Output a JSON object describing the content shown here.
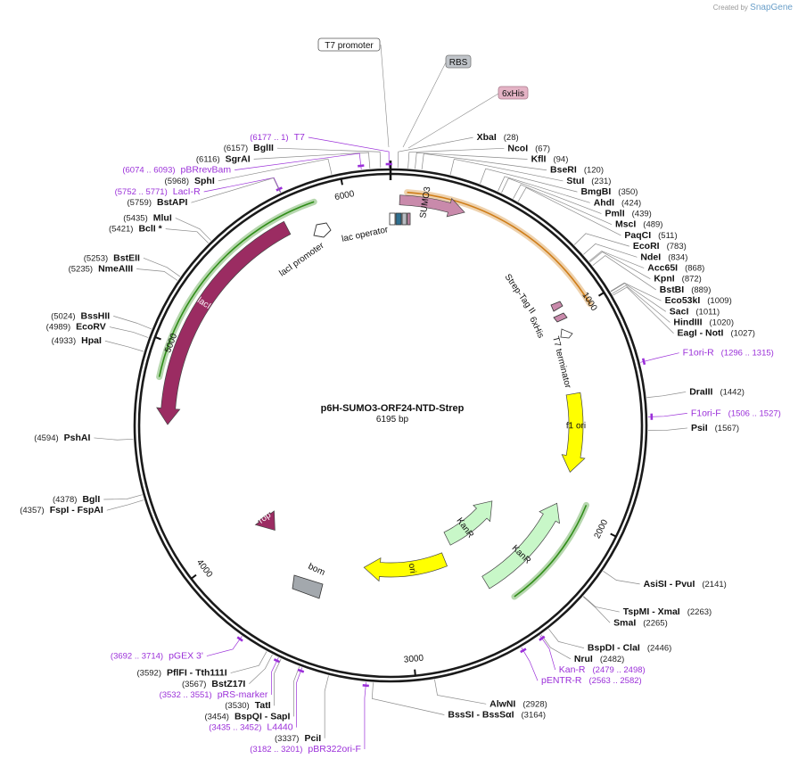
{
  "brand": {
    "prefix": "Created by",
    "name": "SnapGene"
  },
  "plasmid": {
    "name": "p6H-SUMO3-ORF24-NTD-Strep",
    "length_label": "6195 bp",
    "length_bp": 6195
  },
  "colors": {
    "backbone": "#1a1a1a",
    "primer": "#9b30d9",
    "laci": "#9b2c62",
    "sumo3": "#c98aab",
    "f1ori": "#ffff00",
    "kanr": "#c8f7c8",
    "ori": "#ffff00",
    "rop": "#9b2c62",
    "bom": "#a3a8ad",
    "ts_green": "#2f8d17",
    "ts_orange": "#cf7d18",
    "rbs_box": "#c0c4c9",
    "his_box": "#e4b3c5"
  },
  "ticks": [
    {
      "bp": 1000,
      "label": "1000"
    },
    {
      "bp": 2000,
      "label": "2000"
    },
    {
      "bp": 3000,
      "label": "3000"
    },
    {
      "bp": 4000,
      "label": "4000"
    },
    {
      "bp": 5000,
      "label": "5000"
    },
    {
      "bp": 6000,
      "label": "6000"
    }
  ],
  "sites": [
    {
      "bp": 28,
      "name": "XbaI",
      "pos": "(28)",
      "side": "R"
    },
    {
      "bp": 67,
      "name": "NcoI",
      "pos": "(67)",
      "side": "R"
    },
    {
      "bp": 94,
      "name": "KflI",
      "pos": "(94)",
      "side": "R"
    },
    {
      "bp": 120,
      "name": "BseRI",
      "pos": "(120)",
      "side": "R"
    },
    {
      "bp": 231,
      "name": "StuI",
      "pos": "(231)",
      "side": "R"
    },
    {
      "bp": 350,
      "name": "BmgBI",
      "pos": "(350)",
      "side": "R"
    },
    {
      "bp": 424,
      "name": "AhdI",
      "pos": "(424)",
      "side": "R"
    },
    {
      "bp": 439,
      "name": "PmlI",
      "pos": "(439)",
      "side": "R"
    },
    {
      "bp": 489,
      "name": "MscI",
      "pos": "(489)",
      "side": "R"
    },
    {
      "bp": 511,
      "name": "PaqCI",
      "pos": "(511)",
      "side": "R"
    },
    {
      "bp": 783,
      "name": "EcoRI",
      "pos": "(783)",
      "side": "R"
    },
    {
      "bp": 834,
      "name": "NdeI",
      "pos": "(834)",
      "side": "R"
    },
    {
      "bp": 868,
      "name": "Acc65I",
      "pos": "(868)",
      "side": "R"
    },
    {
      "bp": 872,
      "name": "KpnI",
      "pos": "(872)",
      "side": "R"
    },
    {
      "bp": 889,
      "name": "BstBI",
      "pos": "(889)",
      "side": "R"
    },
    {
      "bp": 1009,
      "name": "Eco53kI",
      "pos": "(1009)",
      "side": "R"
    },
    {
      "bp": 1011,
      "name": "SacI",
      "pos": "(1011)",
      "side": "R"
    },
    {
      "bp": 1020,
      "name": "HindIII",
      "pos": "(1020)",
      "side": "R"
    },
    {
      "bp": 1027,
      "name": "EagI - NotI",
      "pos": "(1027)",
      "side": "R"
    },
    {
      "bp": 1442,
      "name": "DraIII",
      "pos": "(1442)",
      "side": "R"
    },
    {
      "bp": 1567,
      "name": "PsiI",
      "pos": "(1567)",
      "side": "R"
    },
    {
      "bp": 2141,
      "name": "AsiSI - PvuI",
      "pos": "(2141)",
      "side": "R"
    },
    {
      "bp": 2263,
      "name": "TspMI - XmaI",
      "pos": "(2263)",
      "side": "R"
    },
    {
      "bp": 2265,
      "name": "SmaI",
      "pos": "(2265)",
      "side": "R"
    },
    {
      "bp": 2446,
      "name": "BspDI - ClaI",
      "pos": "(2446)",
      "side": "R"
    },
    {
      "bp": 2482,
      "name": "NruI",
      "pos": "(2482)",
      "side": "R"
    },
    {
      "bp": 2928,
      "name": "AlwNI",
      "pos": "(2928)",
      "side": "R"
    },
    {
      "bp": 3164,
      "name": "BssSI - BssSαI",
      "pos": "(3164)",
      "side": "R"
    },
    {
      "bp": 3337,
      "name": "PciI",
      "pos": "(3337)",
      "side": "L"
    },
    {
      "bp": 3454,
      "name": "BspQI - SapI",
      "pos": "(3454)",
      "side": "L"
    },
    {
      "bp": 3530,
      "name": "TatI",
      "pos": "(3530)",
      "side": "L"
    },
    {
      "bp": 3567,
      "name": "BstZ17I",
      "pos": "(3567)",
      "side": "L"
    },
    {
      "bp": 3592,
      "name": "PflFI - Tth111I",
      "pos": "(3592)",
      "side": "L"
    },
    {
      "bp": 4357,
      "name": "FspI - FspAI",
      "pos": "(4357)",
      "side": "L"
    },
    {
      "bp": 4378,
      "name": "BglI",
      "pos": "(4378)",
      "side": "L"
    },
    {
      "bp": 4594,
      "name": "PshAI",
      "pos": "(4594)",
      "side": "L"
    },
    {
      "bp": 4933,
      "name": "HpaI",
      "pos": "(4933)",
      "side": "L"
    },
    {
      "bp": 4989,
      "name": "EcoRV",
      "pos": "(4989)",
      "side": "L"
    },
    {
      "bp": 5024,
      "name": "BssHII",
      "pos": "(5024)",
      "side": "L"
    },
    {
      "bp": 5235,
      "name": "NmeAIII",
      "pos": "(5235)",
      "side": "L"
    },
    {
      "bp": 5253,
      "name": "BstEII",
      "pos": "(5253)",
      "side": "L"
    },
    {
      "bp": 5421,
      "name": "BclI *",
      "pos": "(5421)",
      "side": "L"
    },
    {
      "bp": 5435,
      "name": "MluI",
      "pos": "(5435)",
      "side": "L"
    },
    {
      "bp": 5759,
      "name": "BstAPI",
      "pos": "(5759)",
      "side": "L"
    },
    {
      "bp": 5968,
      "name": "SphI",
      "pos": "(5968)",
      "side": "L"
    },
    {
      "bp": 6116,
      "name": "SgrAI",
      "pos": "(6116)",
      "side": "L"
    },
    {
      "bp": 6157,
      "name": "BglII",
      "pos": "(6157)",
      "side": "L"
    }
  ],
  "primers": [
    {
      "bp": 6189,
      "name": "T7",
      "pos": "(6177 .. 1)",
      "side": "L"
    },
    {
      "bp": 6083,
      "name": "pBRrevBam",
      "pos": "(6074 .. 6093)",
      "side": "L"
    },
    {
      "bp": 5761,
      "name": "LacI-R",
      "pos": "(5752 .. 5771)",
      "side": "L"
    },
    {
      "bp": 1305,
      "name": "F1ori-R",
      "pos": "(1296 .. 1315)",
      "side": "R"
    },
    {
      "bp": 1516,
      "name": "F1ori-F",
      "pos": "(1506 .. 1527)",
      "side": "R"
    },
    {
      "bp": 2488,
      "name": "Kan-R",
      "pos": "(2479 .. 2498)",
      "side": "R"
    },
    {
      "bp": 2572,
      "name": "pENTR-R",
      "pos": "(2563 .. 2582)",
      "side": "R"
    },
    {
      "bp": 3191,
      "name": "pBR322ori-F",
      "pos": "(3182 .. 3201)",
      "side": "L"
    },
    {
      "bp": 3443,
      "name": "L4440",
      "pos": "(3435 .. 3452)",
      "side": "L"
    },
    {
      "bp": 3541,
      "name": "pRS-marker",
      "pos": "(3532 .. 3551)",
      "side": "L"
    },
    {
      "bp": 3703,
      "name": "pGEX 3'",
      "pos": "(3692 .. 3714)",
      "side": "L"
    }
  ],
  "boxes": [
    {
      "label": "T7 promoter",
      "style": "outline"
    },
    {
      "label": "RBS",
      "style": "gray"
    },
    {
      "label": "6xHis",
      "style": "pink"
    }
  ],
  "features": [
    {
      "name": "lacI",
      "start": 5720,
      "end": 4650,
      "radius": 250,
      "width": 16,
      "color": "#9b2c62",
      "label_class": "feat-label-in"
    },
    {
      "name": "SUMO3",
      "start": 40,
      "end": 330,
      "radius": 253,
      "width": 11,
      "color": "#c98aab",
      "label_class": "feat-label"
    },
    {
      "name": "f1 ori",
      "start": 1380,
      "end": 1800,
      "radius": 208,
      "width": 16,
      "color": "#ffff00",
      "label_class": "feat-label-dark"
    },
    {
      "name": "KanR",
      "start": 2640,
      "end": 2180,
      "radius": 142,
      "width": 16,
      "color": "#c8f7c8",
      "label_class": "feat-label-dark"
    },
    {
      "name": "KanR",
      "start": 2560,
      "end": 1980,
      "radius": 206,
      "width": 16,
      "color": "#c8f7c8",
      "label_class": "feat-label-dark"
    },
    {
      "name": "ori",
      "start": 2720,
      "end": 3280,
      "radius": 162,
      "width": 16,
      "color": "#ffff00",
      "label_class": "feat-label-dark"
    },
    {
      "name": "rop",
      "start": 4030,
      "end": 3920,
      "radius": 175,
      "width": 16,
      "color": "#9b2c62",
      "label_class": "feat-label-in"
    }
  ],
  "small_features": [
    {
      "name": "lacI promoter"
    },
    {
      "name": "lac operator"
    },
    {
      "name": "Strep-Tag II"
    },
    {
      "name": "6xHis"
    },
    {
      "name": "T7 terminator"
    },
    {
      "name": "bom"
    }
  ]
}
